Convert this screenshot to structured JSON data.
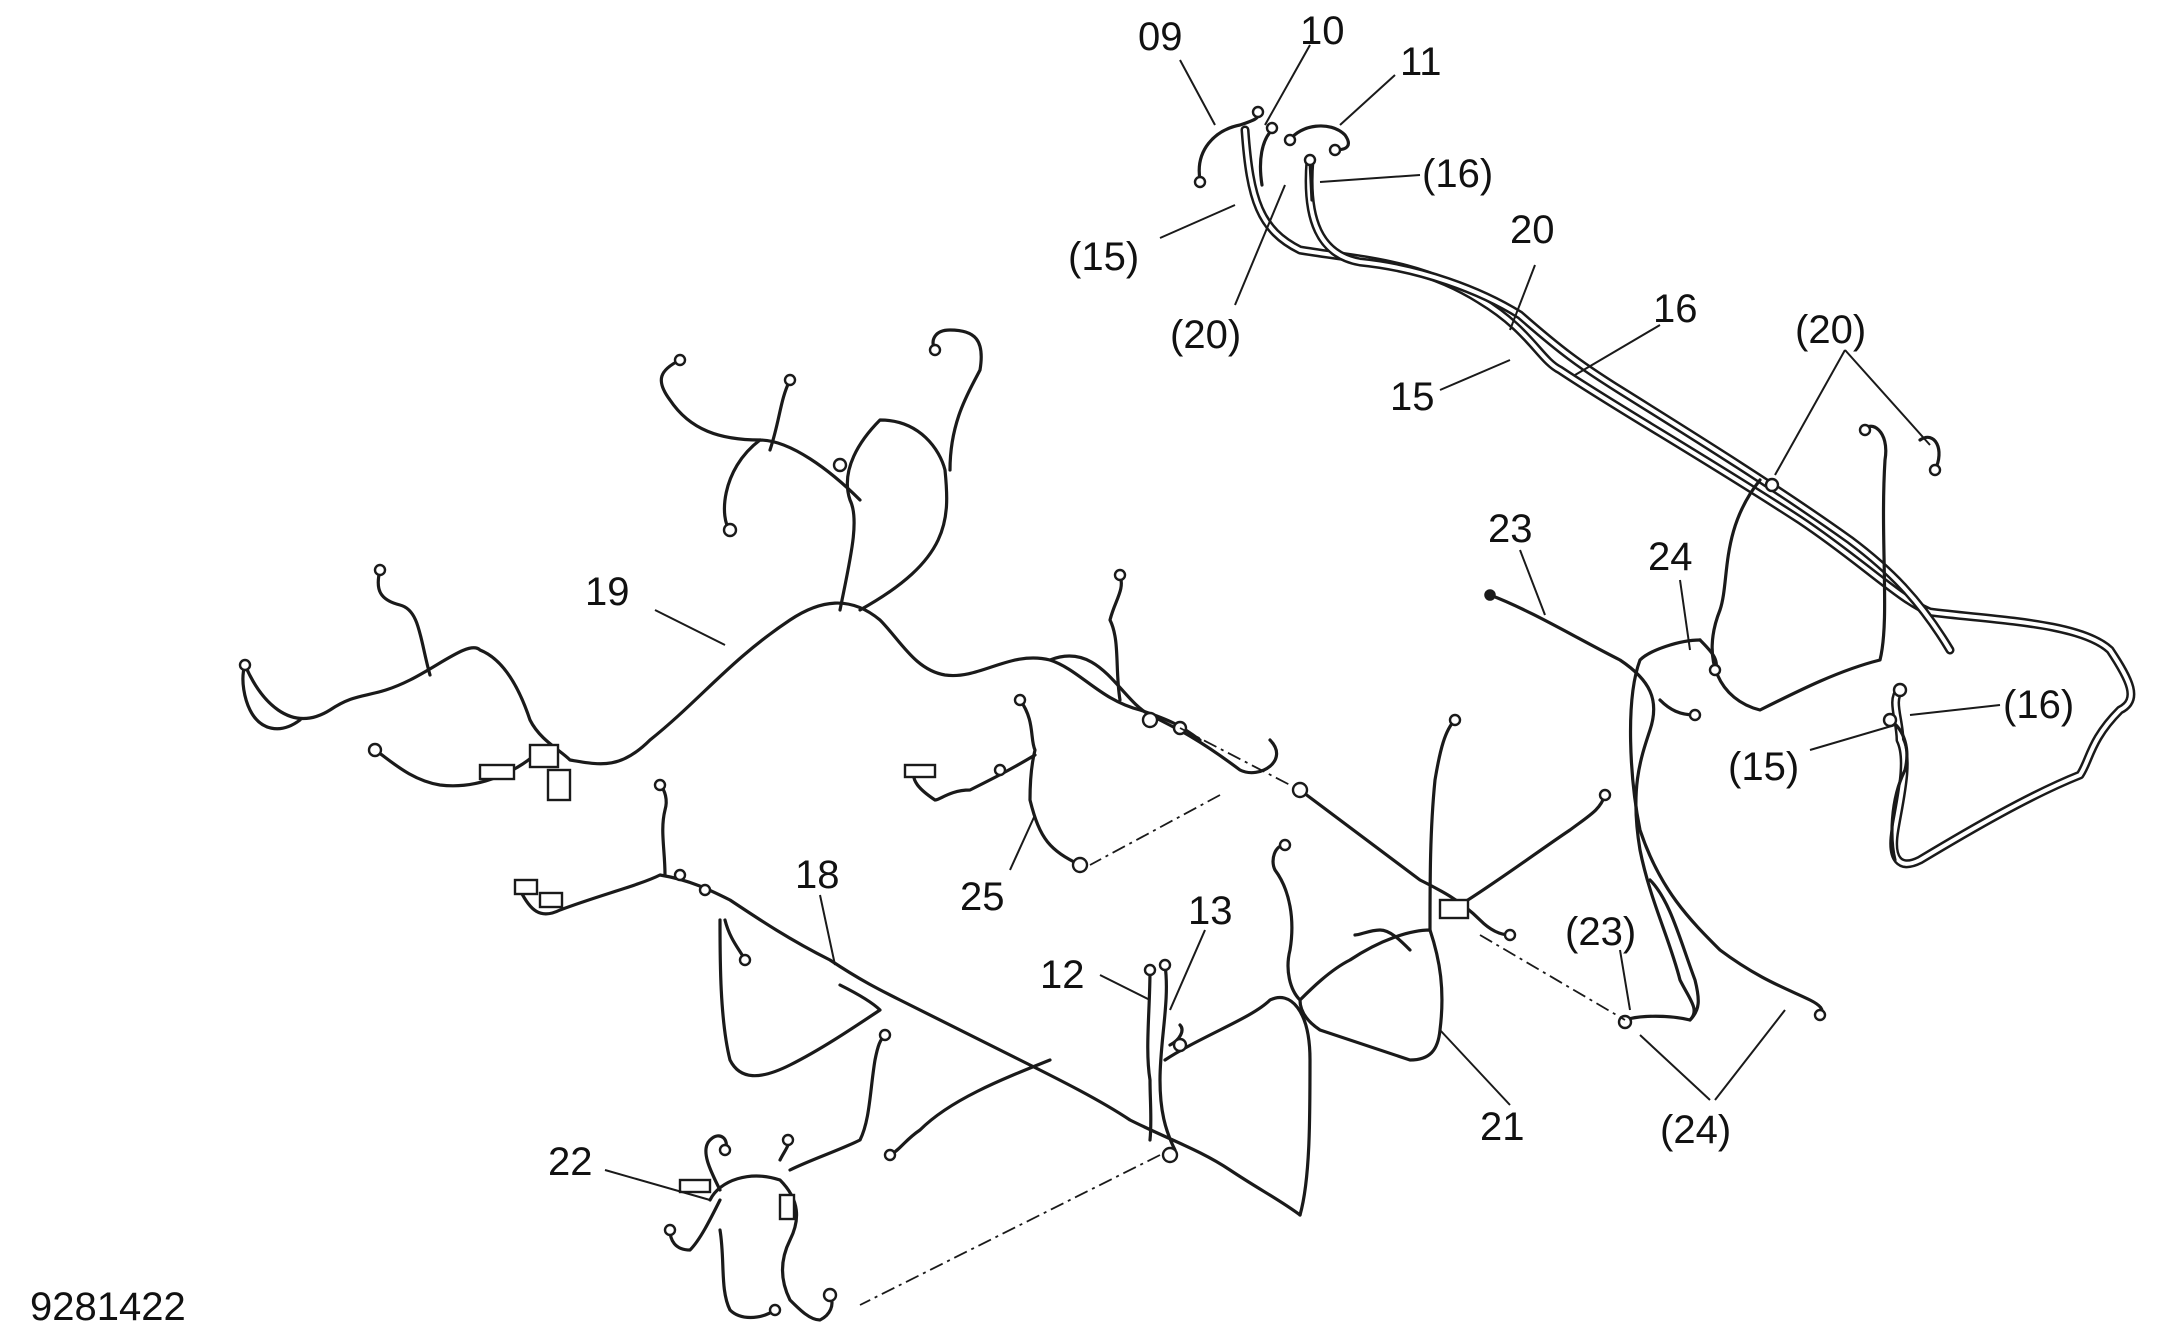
{
  "drawing_number": "9281422",
  "callouts": {
    "c09": "09",
    "c10": "10",
    "c11": "11",
    "c16_paren_top": "(16)",
    "c15_paren_top": "(15)",
    "c20_paren_top": "(20)",
    "c20": "20",
    "c16": "16",
    "c15": "15",
    "c20_paren_right": "(20)",
    "c23": "23",
    "c24": "24",
    "c16_paren_right": "(16)",
    "c15_paren_right": "(15)",
    "c19": "19",
    "c25": "25",
    "c18": "18",
    "c13": "13",
    "c12": "12",
    "c21": "21",
    "c23_paren": "(23)",
    "c24_paren": "(24)",
    "c22": "22"
  },
  "colors": {
    "line": "#1a1a1a",
    "background": "#ffffff"
  }
}
